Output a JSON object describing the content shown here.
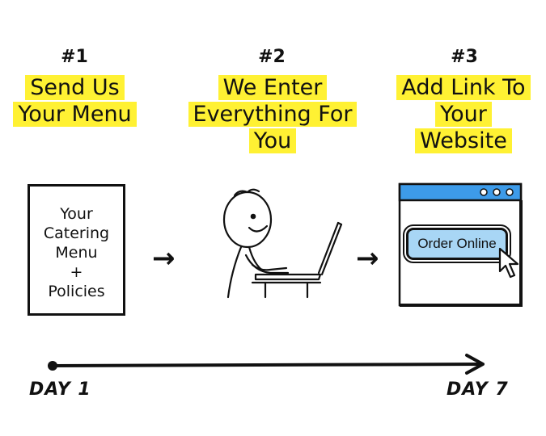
{
  "steps": [
    {
      "number": "#1",
      "lines": [
        "Send Us",
        "Your Menu"
      ]
    },
    {
      "number": "#2",
      "lines": [
        "We Enter",
        "Everything For",
        "You"
      ]
    },
    {
      "number": "#3",
      "lines": [
        "Add Link To",
        "Your",
        "Website"
      ]
    }
  ],
  "menu_card": {
    "lines": [
      "Your",
      "Catering",
      "Menu",
      "+",
      "Policies"
    ]
  },
  "arrow_glyph": "→",
  "browser": {
    "button_label": "Order Online"
  },
  "timeline": {
    "start": "DAY 1",
    "end": "DAY 7"
  },
  "colors": {
    "highlight": "#fff133",
    "browser_bar": "#3d9be9",
    "button_fill": "#a8d6f5"
  },
  "icons": [
    "person-with-laptop-icon",
    "cursor-pointer-icon",
    "window-dots-icon"
  ]
}
